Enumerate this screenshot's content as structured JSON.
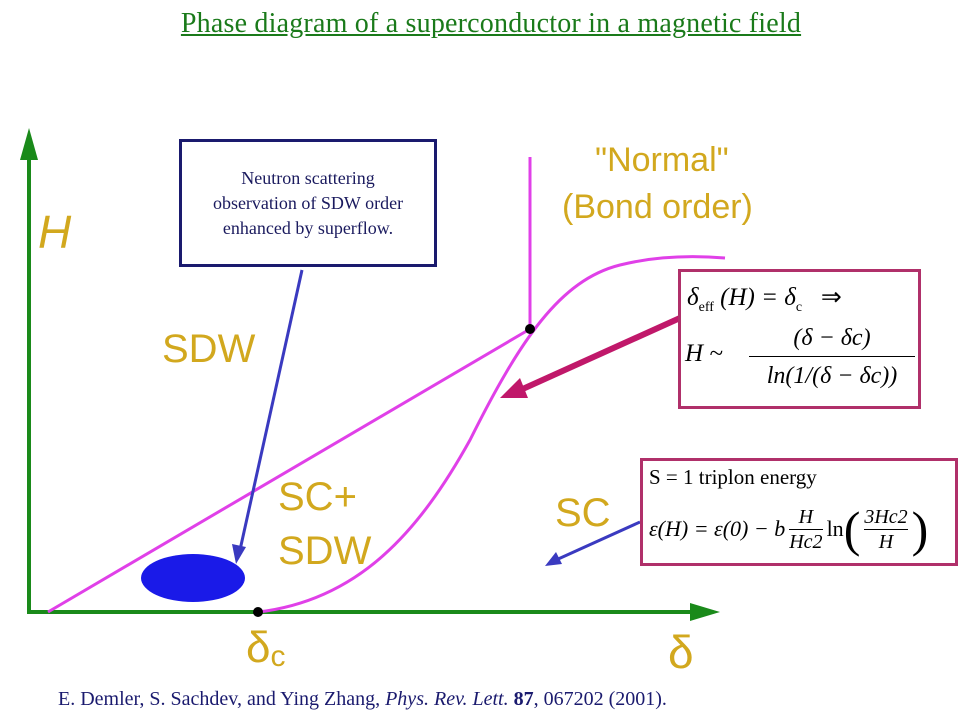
{
  "title": "Phase diagram of a superconductor in a magnetic field",
  "axes": {
    "y_label": "H",
    "x_label": "δ",
    "x_marker": "δc"
  },
  "phases": {
    "normal_line1": "\"Normal\"",
    "normal_line2": "(Bond order)",
    "sdw": "SDW",
    "sc_sdw_line1": "SC+",
    "sc_sdw_line2": "SDW",
    "sc": "SC"
  },
  "neutron_note": "Neutron scattering observation of SDW order enhanced by superflow.",
  "formula1": {
    "lhs": "δ",
    "sub": "eff",
    "mid": "(H) = δ",
    "sub_c": "c",
    "implies": "⇒",
    "h_sim": "H ~",
    "numerator": "(δ − δc)",
    "denominator": "ln(1/(δ − δc))"
  },
  "formula2": {
    "heading": "S = 1 triplon energy",
    "lhs": "ε(H) = ε(0) − b",
    "frac_num": "H",
    "frac_den": "Hc2",
    "ln": "ln",
    "inner_num": "3Hc2",
    "inner_den": "H"
  },
  "citation": {
    "authors": "E. Demler, S. Sachdev, and Ying Zhang, ",
    "journal": "Phys. Rev. Lett.",
    "volume": "87",
    "rest": ", 067202 (2001)."
  },
  "colors": {
    "axis": "#1a8a1a",
    "boundary": "#e040e8",
    "label": "#d2a81e",
    "arrow_magenta": "#c0186a",
    "arrow_blue": "#3a3ac0",
    "ellipse": "#1a1ae8",
    "title": "#1a7a1a"
  }
}
